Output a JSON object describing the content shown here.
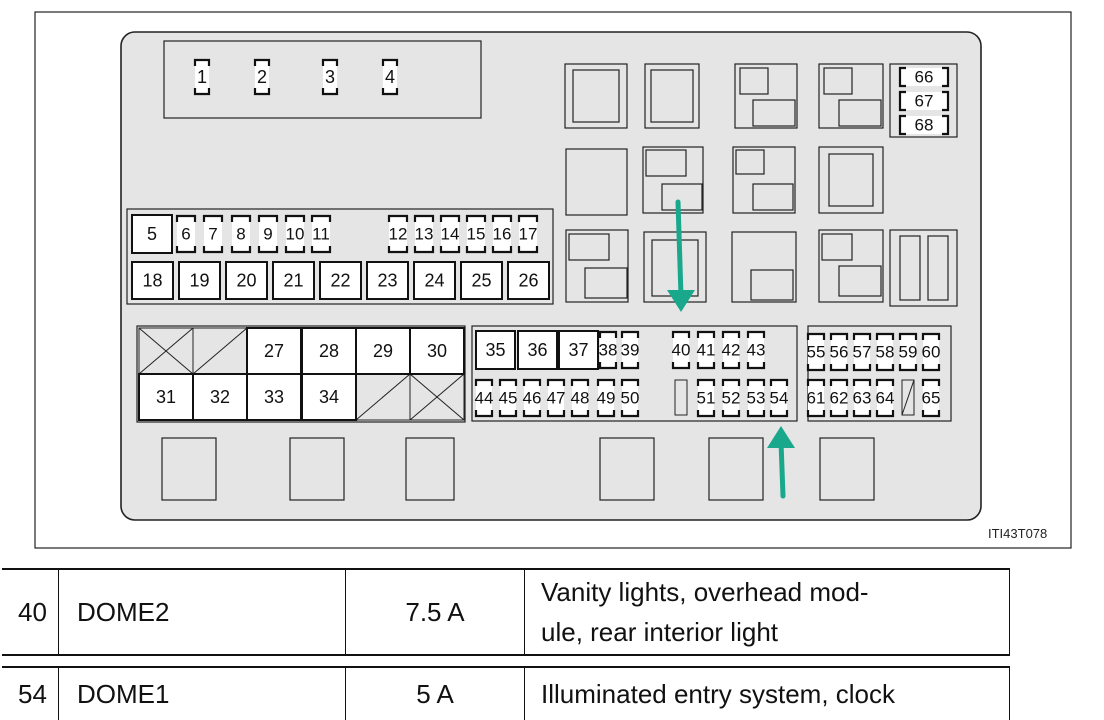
{
  "diagram": {
    "image_code": "ITI43T078",
    "fuse_labels": [
      "1",
      "2",
      "3",
      "4",
      "5",
      "6",
      "7",
      "8",
      "9",
      "10",
      "11",
      "12",
      "13",
      "14",
      "15",
      "16",
      "17",
      "18",
      "19",
      "20",
      "21",
      "22",
      "23",
      "24",
      "25",
      "26",
      "27",
      "28",
      "29",
      "30",
      "31",
      "32",
      "33",
      "34",
      "35",
      "36",
      "37",
      "38",
      "39",
      "40",
      "41",
      "42",
      "43",
      "44",
      "45",
      "46",
      "47",
      "48",
      "49",
      "50",
      "51",
      "52",
      "53",
      "54",
      "55",
      "56",
      "57",
      "58",
      "59",
      "60",
      "61",
      "62",
      "63",
      "64",
      "65",
      "66",
      "67",
      "68"
    ]
  },
  "table": {
    "rows": [
      {
        "no": "40",
        "name": "DOME2",
        "amp": "7.5 A",
        "desc_line1": "Vanity lights, overhead mod-",
        "desc_line2": "ule, rear interior light"
      },
      {
        "no": "54",
        "name": "DOME1",
        "amp": "5 A",
        "desc_line1": "Illuminated entry system, clock"
      }
    ]
  },
  "colors": {
    "panel": "#e5e5e5",
    "arrow": "#1aa88c",
    "line": "#222222"
  }
}
